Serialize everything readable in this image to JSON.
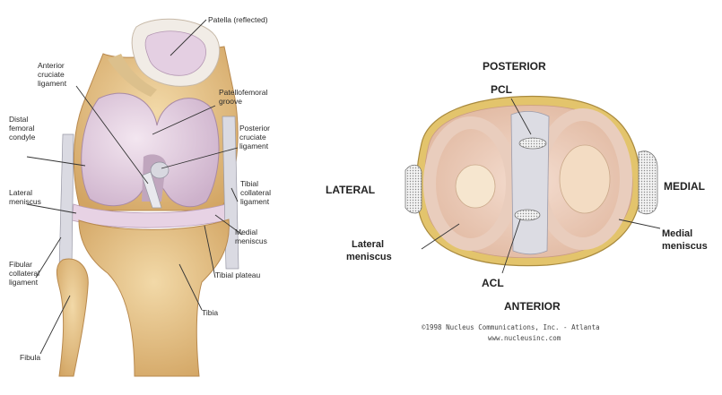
{
  "left_figure": {
    "labels": {
      "patella": "Patella (reflected)",
      "acl": [
        "Anterior",
        "cruciate",
        "ligament"
      ],
      "patellofemoral_groove": [
        "Patellofemoral",
        "groove"
      ],
      "distal_condyle": [
        "Distal",
        "femoral",
        "condyle"
      ],
      "pcl": [
        "Posterior",
        "cruciate",
        "ligament"
      ],
      "lateral_meniscus": [
        "Lateral",
        "meniscus"
      ],
      "tibial_collateral": [
        "Tibial",
        "collateral",
        "ligament"
      ],
      "medial_meniscus": [
        "Medial",
        "meniscus"
      ],
      "fibular_collateral": [
        "Fibular",
        "collateral",
        "ligament"
      ],
      "tibial_plateau": "Tibial plateau",
      "tibia": "Tibia",
      "fibula": "Fibula"
    }
  },
  "right_figure": {
    "labels": {
      "posterior": "POSTERIOR",
      "pcl": "PCL",
      "lateral": "LATERAL",
      "medial": "MEDIAL",
      "lateral_meniscus": [
        "Lateral",
        "meniscus"
      ],
      "medial_meniscus": [
        "Medial",
        "meniscus"
      ],
      "acl": "ACL",
      "anterior": "ANTERIOR"
    },
    "copyright": [
      "©1998 Nucleus Communications, Inc. - Atlanta",
      "www.nucleusinc.com"
    ]
  },
  "colors": {
    "bone": "#e3c088",
    "cartilage": "#e6d3e6",
    "ligament": "#d8d8de",
    "meniscus": "#e8c9b4",
    "tibia_rim": "#e0c46a"
  }
}
